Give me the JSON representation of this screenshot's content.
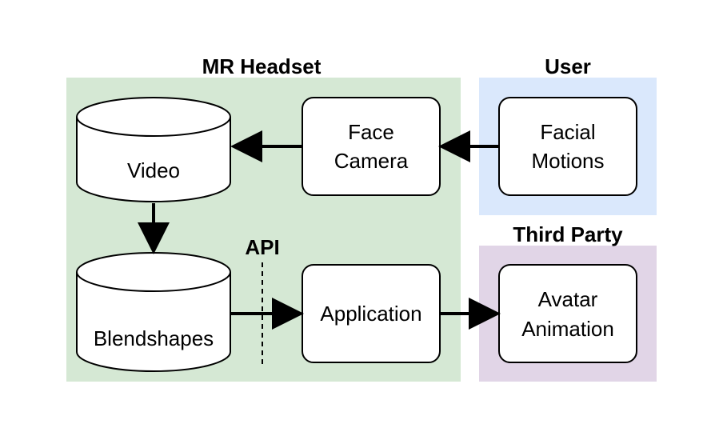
{
  "groups": {
    "headset": {
      "label": "MR Headset",
      "color": "#d5e8d4"
    },
    "user": {
      "label": "User",
      "color": "#dae8fc"
    },
    "third_party": {
      "label": "Third Party",
      "color": "#e1d5e7"
    }
  },
  "nodes": {
    "video": {
      "label": "Video",
      "shape": "cylinder"
    },
    "blendshapes": {
      "label": "Blendshapes",
      "shape": "cylinder"
    },
    "face_camera": {
      "label_lines": [
        "Face",
        "Camera"
      ],
      "shape": "rounded-rect"
    },
    "application": {
      "label": "Application",
      "shape": "rounded-rect"
    },
    "facial_motions": {
      "label_lines": [
        "Facial",
        "Motions"
      ],
      "shape": "rounded-rect"
    },
    "avatar_animation": {
      "label_lines": [
        "Avatar",
        "Animation"
      ],
      "shape": "rounded-rect"
    }
  },
  "api": {
    "label": "API"
  },
  "edges": [
    {
      "from": "facial_motions",
      "to": "face_camera"
    },
    {
      "from": "face_camera",
      "to": "video"
    },
    {
      "from": "video",
      "to": "blendshapes"
    },
    {
      "from": "blendshapes",
      "to": "application",
      "crosses": "api"
    },
    {
      "from": "application",
      "to": "avatar_animation"
    }
  ]
}
